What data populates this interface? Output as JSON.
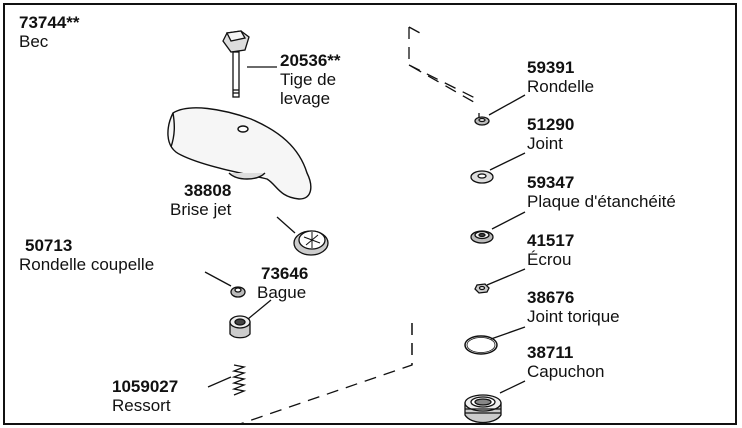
{
  "parts": [
    {
      "id": "spout",
      "number": "73744**",
      "name": "Bec"
    },
    {
      "id": "lift-rod",
      "number": "20536**",
      "name_lines": [
        "Tige de",
        "levage"
      ]
    },
    {
      "id": "aerator",
      "number": "38808",
      "name": "Brise jet"
    },
    {
      "id": "cup-washer",
      "number": "50713",
      "name": "Rondelle coupelle"
    },
    {
      "id": "ring",
      "number": "73646",
      "name": "Bague"
    },
    {
      "id": "spring",
      "number": "1059027",
      "name": "Ressort"
    },
    {
      "id": "washer",
      "number": "59391",
      "name": "Rondelle"
    },
    {
      "id": "gasket",
      "number": "51290",
      "name": "Joint"
    },
    {
      "id": "seal-plate",
      "number": "59347",
      "name": "Plaque d'étanchéité"
    },
    {
      "id": "nut",
      "number": "41517",
      "name": "Écrou"
    },
    {
      "id": "o-ring",
      "number": "38676",
      "name": "Joint torique"
    },
    {
      "id": "cap",
      "number": "38711",
      "name": "Capuchon"
    }
  ]
}
